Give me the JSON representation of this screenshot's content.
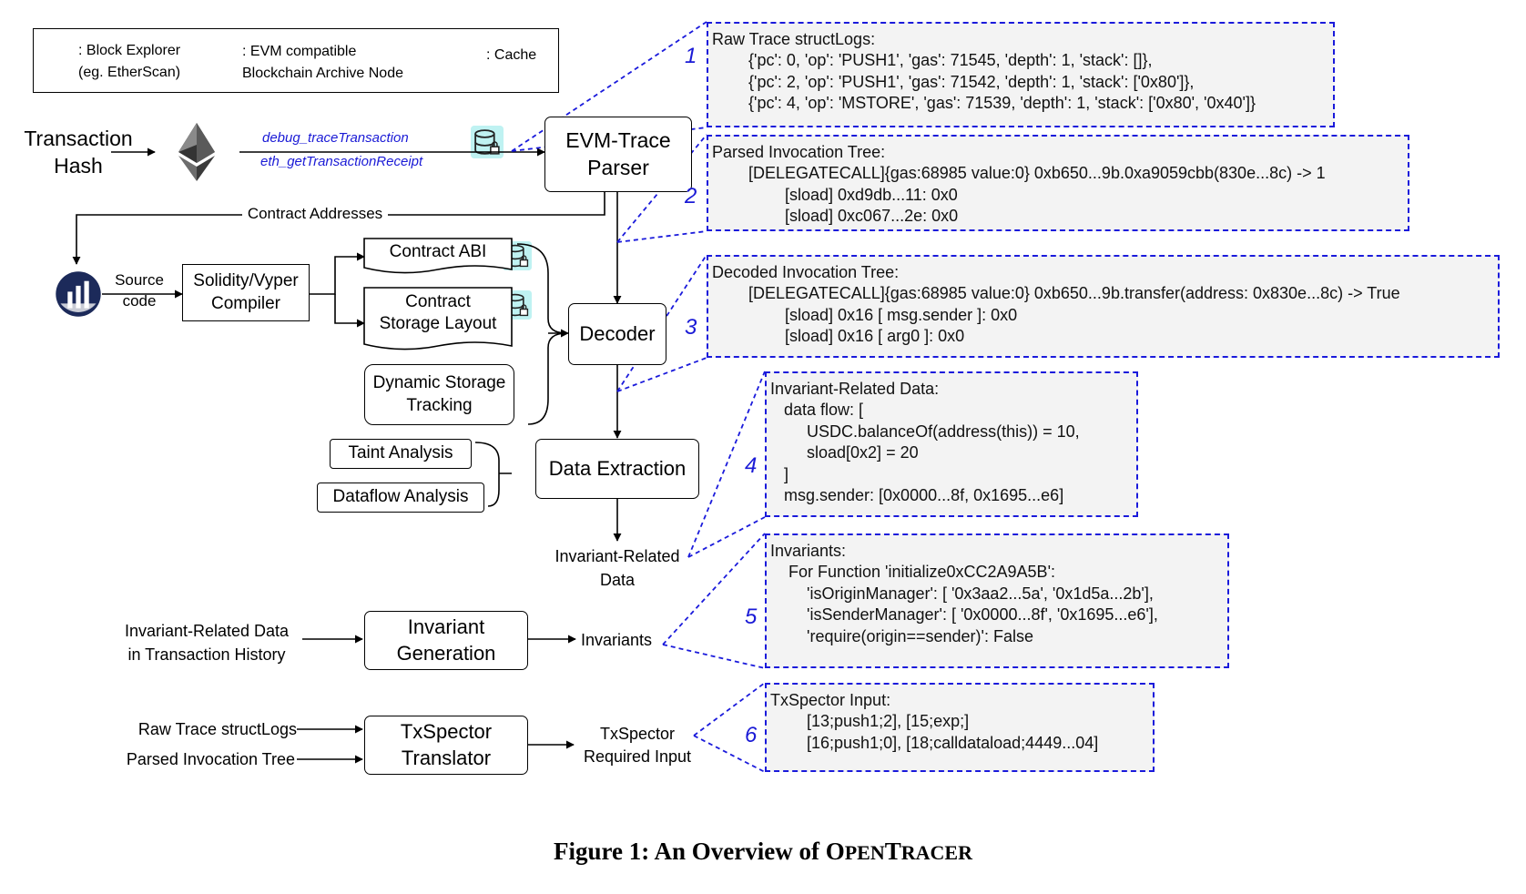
{
  "legend": {
    "block_explorer": ": Block Explorer",
    "block_explorer_example": "(eg. EtherScan)",
    "evm_node_line1": ": EVM compatible",
    "evm_node_line2": "Blockchain Archive Node",
    "cache": ": Cache"
  },
  "inputs": {
    "tx_hash_line1": "Transaction",
    "tx_hash_line2": "Hash",
    "api_trace": "debug_traceTransaction",
    "api_receipt": "eth_getTransactionReceipt",
    "contract_addresses": "Contract Addresses",
    "source_code_line1": "Source",
    "source_code_line2": "code"
  },
  "nodes": {
    "parser_line1": "EVM-Trace",
    "parser_line2": "Parser",
    "compiler_line1": "Solidity/Vyper",
    "compiler_line2": "Compiler",
    "contract_abi": "Contract ABI",
    "storage_layout_line1": "Contract",
    "storage_layout_line2": "Storage Layout",
    "dynamic_storage_line1": "Dynamic Storage",
    "dynamic_storage_line2": "Tracking",
    "decoder": "Decoder",
    "taint_analysis": "Taint Analysis",
    "dataflow_analysis": "Dataflow Analysis",
    "data_extraction": "Data Extraction",
    "invariant_data_line1": "Invariant-Related",
    "invariant_data_line2": "Data",
    "history_line1": "Invariant-Related Data",
    "history_line2": "in Transaction History",
    "invariant_gen_line1": "Invariant",
    "invariant_gen_line2": "Generation",
    "invariants": "Invariants",
    "raw_trace_input": "Raw Trace structLogs",
    "parsed_tree_input": "Parsed Invocation Tree",
    "translator_line1": "TxSpector",
    "translator_line2": "Translator",
    "txspector_out_line1": "TxSpector",
    "txspector_out_line2": "Required Input"
  },
  "panels": [
    {
      "number": "1",
      "text": "Raw Trace structLogs:\n        {'pc': 0, 'op': 'PUSH1', 'gas': 71545, 'depth': 1, 'stack': []},\n        {'pc': 2, 'op': 'PUSH1', 'gas': 71542, 'depth': 1, 'stack': ['0x80']},\n        {'pc': 4, 'op': 'MSTORE', 'gas': 71539, 'depth': 1, 'stack': ['0x80', '0x40']}"
    },
    {
      "number": "2",
      "text": "Parsed Invocation Tree:\n        [DELEGATECALL]{gas:68985 value:0} 0xb650...9b.0xa9059cbb(830e...8c) -> 1\n                [sload] 0xd9db...11: 0x0\n                [sload] 0xc067...2e: 0x0"
    },
    {
      "number": "3",
      "text": "Decoded Invocation Tree:\n        [DELEGATECALL]{gas:68985 value:0} 0xb650...9b.transfer(address: 0x830e...8c) -> True\n                [sload] 0x16 [ msg.sender ]: 0x0\n                [sload] 0x16 [ arg0 ]: 0x0"
    },
    {
      "number": "4",
      "text": "Invariant-Related Data:\n   data flow: [\n        USDC.balanceOf(address(this)) = 10,\n        sload[0x2] = 20\n   ]\n   msg.sender: [0x0000...8f, 0x1695...e6]"
    },
    {
      "number": "5",
      "text": "Invariants:\n    For Function 'initialize0xCC2A9A5B':\n        'isOriginManager': [ '0x3aa2...5a', '0x1d5a...2b'],\n        'isSenderManager': [ '0x0000...8f', '0x1695...e6'],\n        'require(origin==sender)': False"
    },
    {
      "number": "6",
      "text": "TxSpector Input:\n        [13;push1;2], [15;exp;]\n        [16;push1;0], [18;calldataload;4449...04]"
    }
  ],
  "caption": {
    "prefix": "Figure 1: An Overview of ",
    "name_big1": "O",
    "name_small1": "PEN",
    "name_big2": "T",
    "name_small2": "RACER"
  },
  "colors": {
    "accent_blue": "#1a1adb",
    "panel_fill": "#f3f3f3",
    "cache_fill": "#bff2f2",
    "explorer_navy": "#1c2a5a"
  }
}
